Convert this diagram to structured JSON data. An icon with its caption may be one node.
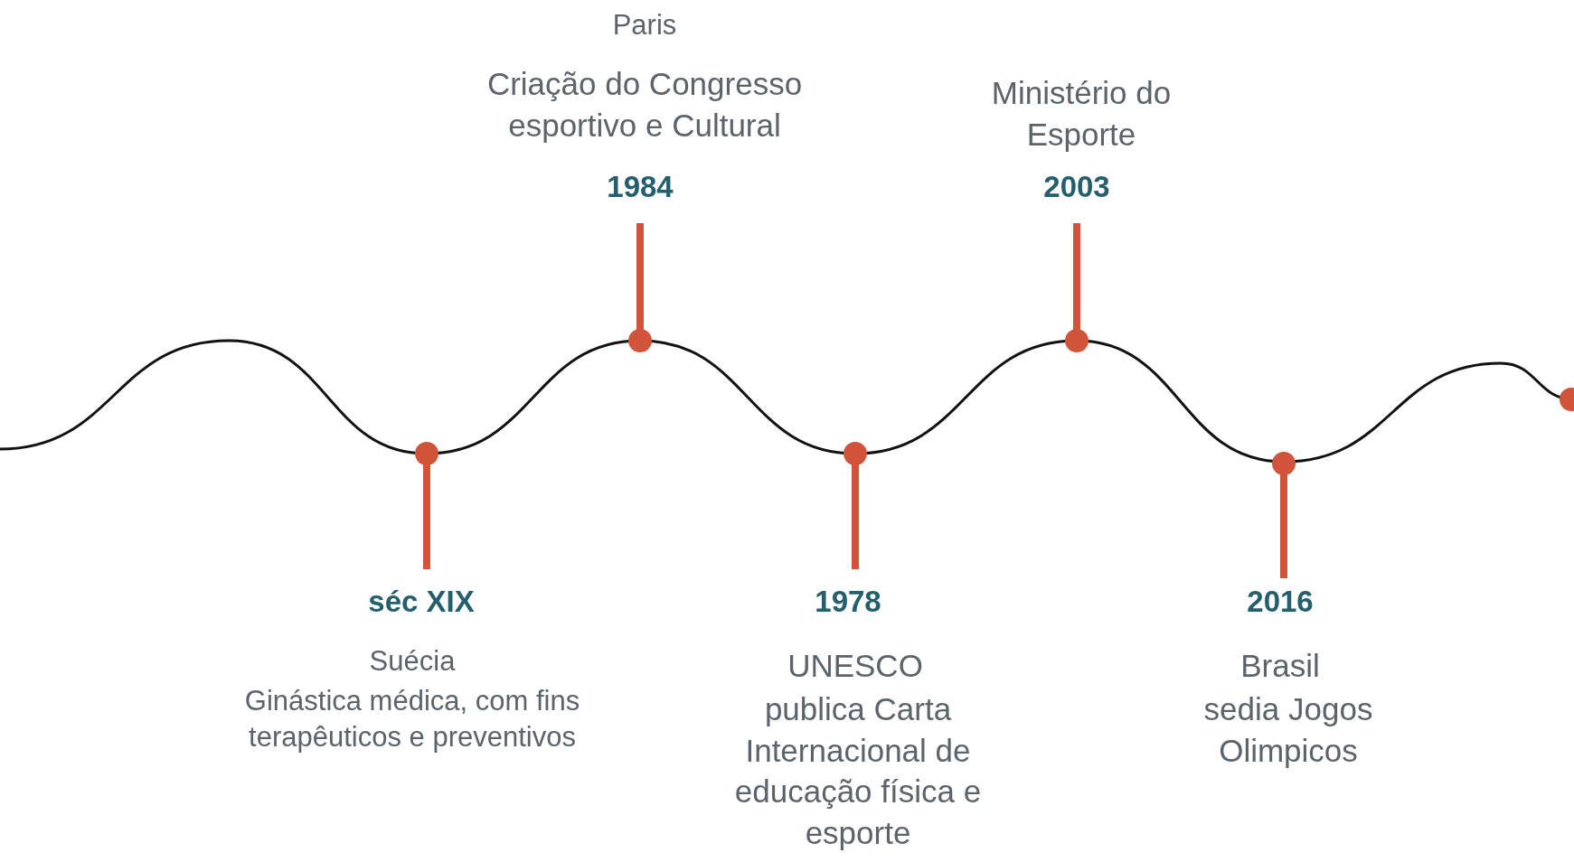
{
  "diagram": {
    "labels": [
      "Paris",
      "Criação do Congresso esportivo e Cultural",
      "1984",
      "Ministério do Esporte",
      "2003",
      "séc XIX",
      "Suécia",
      "Ginástica médica, com fins terapêuticos e preventivos",
      "1978",
      "UNESCO",
      "publica Carta Internacional de educação física e esporte",
      "2016",
      "Brasil",
      "sedia Jogos Olimpicos"
    ]
  }
}
